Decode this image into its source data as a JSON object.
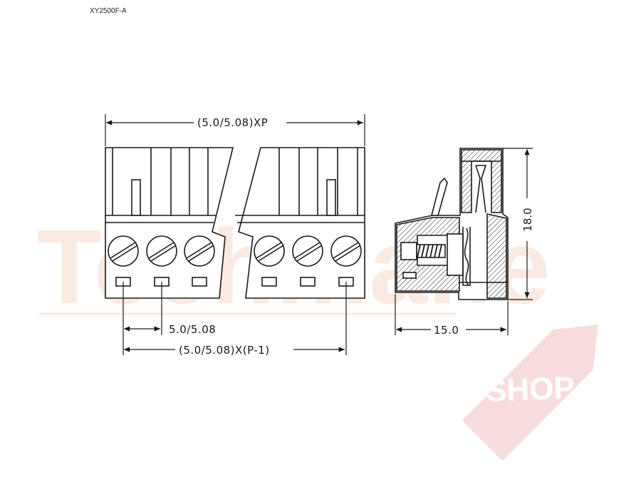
{
  "part_number": "XY2500F-A",
  "dimensions": {
    "overall_width": "(5.0/5.08)XP",
    "pitch": "5.0/5.08",
    "pin_span": "(5.0/5.08)X(P-1)",
    "depth": "15.0",
    "height": "18.0"
  },
  "watermark": {
    "text": "Techmane",
    "badge": "SHOP",
    "color": "#f6d9c8",
    "badge_color": "#f3c1c1"
  },
  "colors": {
    "line": "#1a1a1a",
    "hatch": "#333333"
  }
}
